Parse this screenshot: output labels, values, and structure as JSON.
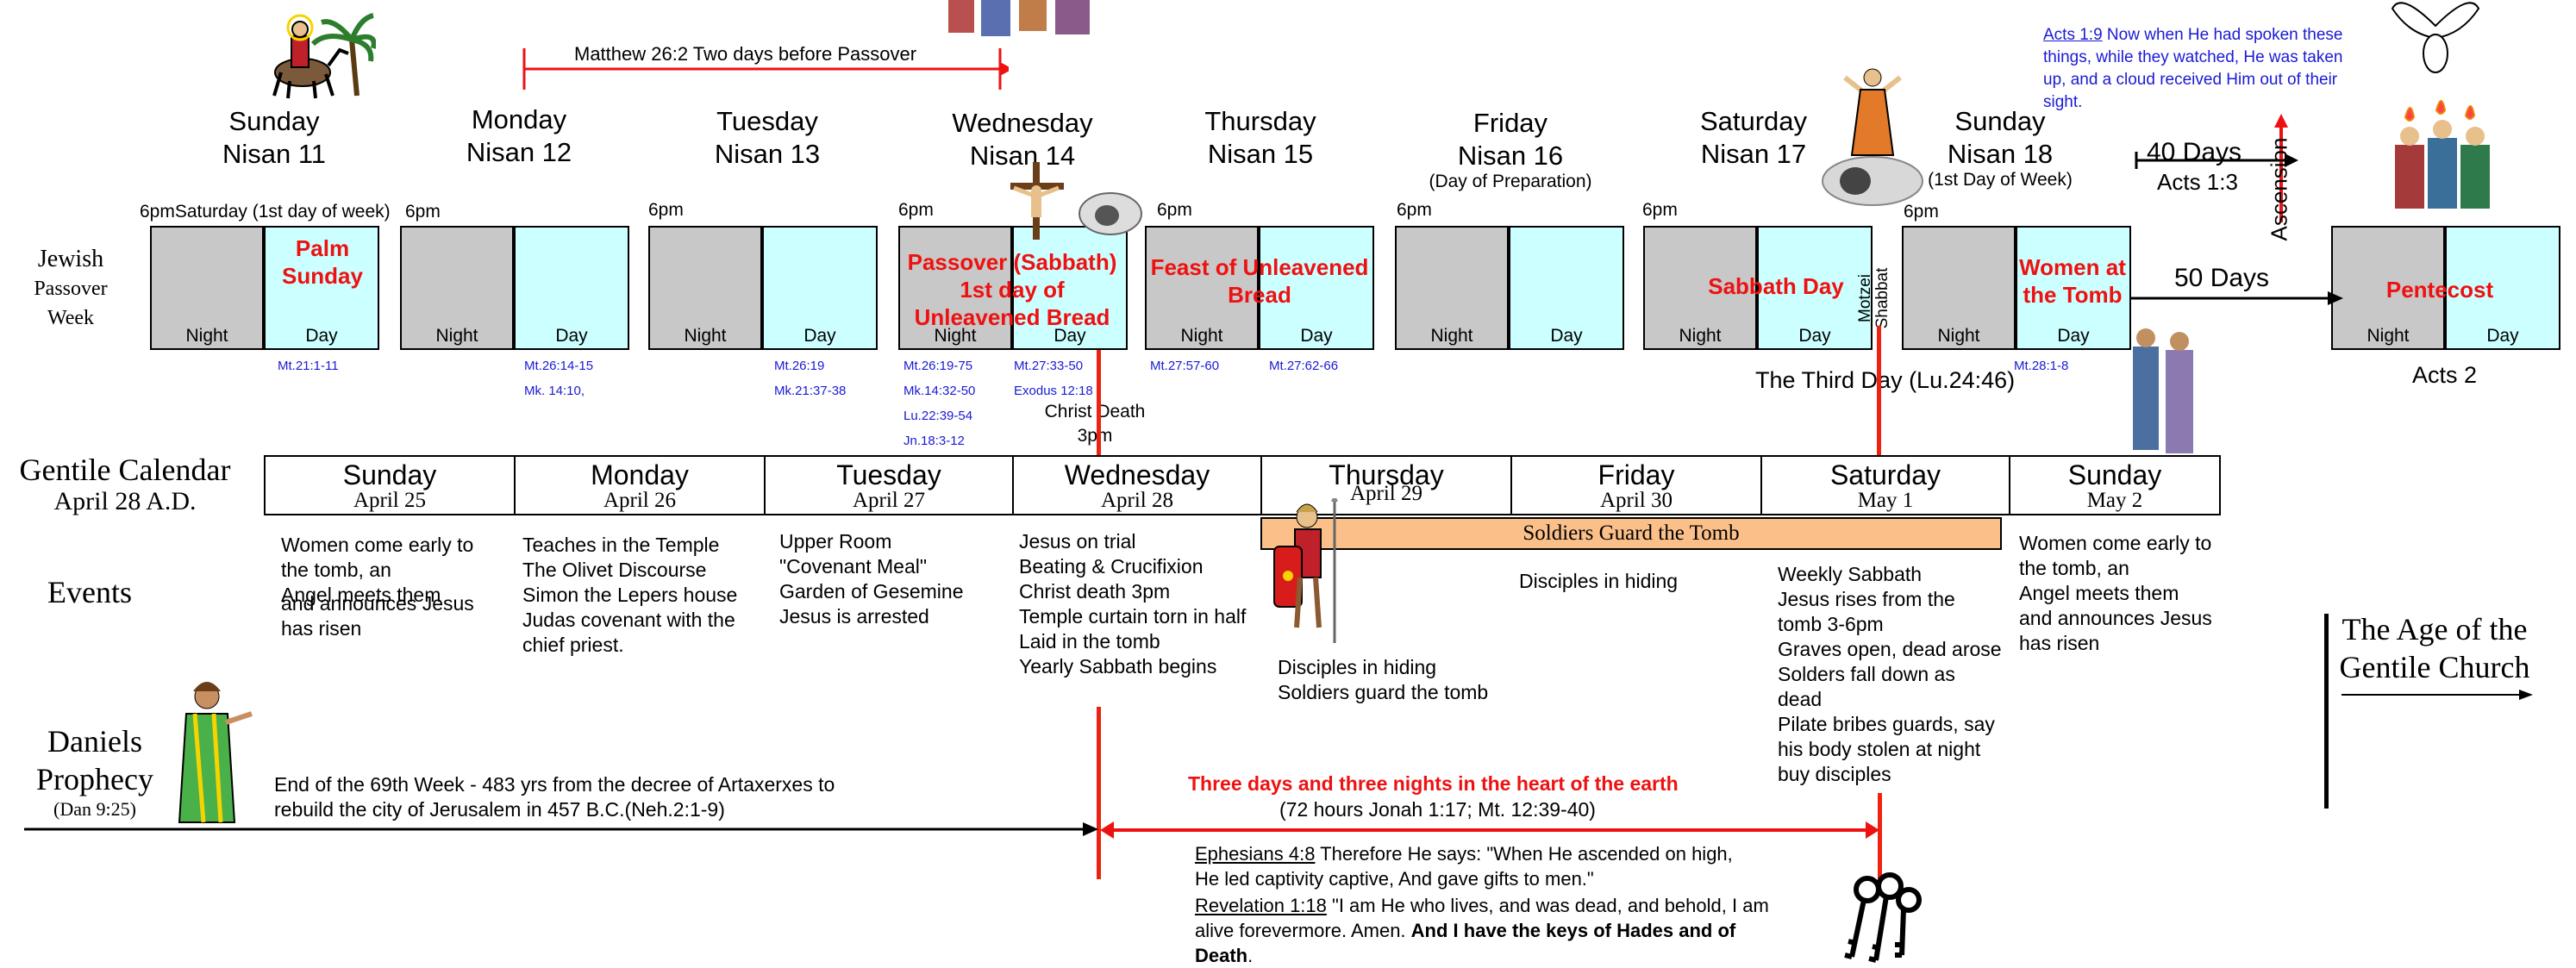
{
  "left_labels": {
    "jewish": [
      "Jewish",
      "Passover",
      "Week"
    ],
    "gentile": [
      "Gentile Calendar",
      "April 28 A.D."
    ],
    "events": "Events",
    "daniel": [
      "Daniels",
      "Prophecy",
      "(Dan 9:25)"
    ]
  },
  "matthew_note": "Matthew 26:2   Two days before Passover",
  "jewish_days": [
    {
      "day": "Sunday",
      "nisan": "Nisan 11"
    },
    {
      "day": "Monday",
      "nisan": "Nisan 12"
    },
    {
      "day": "Tuesday",
      "nisan": "Nisan 13"
    },
    {
      "day": "Wednesday",
      "nisan": "Nisan 14"
    },
    {
      "day": "Thursday",
      "nisan": "Nisan 15"
    },
    {
      "day": "Friday",
      "nisan": "Nisan 16",
      "sub": "(Day of Preparation)"
    },
    {
      "day": "Saturday",
      "nisan": "Nisan 17"
    },
    {
      "day": "Sunday",
      "nisan": "Nisan 18",
      "sub": "(1st Day of Week)"
    }
  ],
  "six_pm": [
    "6pmSaturday (1st day of week)",
    "6pm",
    "6pm",
    "6pm",
    "6pm",
    "6pm",
    "6pm",
    "6pm"
  ],
  "night_label": "Night",
  "day_label": "Day",
  "box_labels": {
    "palm": "Palm Sunday",
    "passover": "Passover (Sabbath) 1st day of Unleavened Bread",
    "feast": "Feast of Unleavened Bread",
    "sabbath": "Sabbath Day",
    "women": "Women at the Tomb",
    "pentecost": "Pentecost",
    "motzei": "Motzei Shabbat"
  },
  "refs": {
    "sun": [
      "Mt.21:1-11"
    ],
    "mon": [
      "Mt.26:14-15",
      "Mk. 14:10,"
    ],
    "tue": [
      "Mt.26:19",
      "Mk.21:37-38"
    ],
    "wed_night": [
      "Mt.26:19-75",
      "Mk.14:32-50",
      "Lu.22:39-54",
      "Jn.18:3-12"
    ],
    "wed_day": [
      "Mt.27:33-50",
      "Exodus 12:18"
    ],
    "thu_night": [
      "Mt.27:57-60"
    ],
    "thu_day": [
      "Mt.27:62-66"
    ],
    "sun18": [
      "Mt.28:1-8"
    ]
  },
  "christ_death": [
    "Christ Death",
    "3pm"
  ],
  "third_day": "The Third Day (Lu.24:46)",
  "forty_days": "40 Days",
  "acts13": "Acts 1:3",
  "ascension": "Ascension",
  "fifty_days": "50 Days",
  "acts2": "Acts 2",
  "acts19": {
    "ref": "Acts 1:9",
    "text": " Now when He had spoken these things, while they watched, He was taken up, and a cloud received Him out of their sight."
  },
  "gentile_days": [
    {
      "day": "Sunday",
      "date": "April 25"
    },
    {
      "day": "Monday",
      "date": "April 26"
    },
    {
      "day": "Tuesday",
      "date": "April 27"
    },
    {
      "day": "Wednesday",
      "date": "April 28"
    },
    {
      "day": "Thursday",
      "date": "April 29"
    },
    {
      "day": "Friday",
      "date": "April 30"
    },
    {
      "day": "Saturday",
      "date": "May 1"
    },
    {
      "day": "Sunday",
      "date": "May 2"
    }
  ],
  "guard_bar": "Soldiers Guard the Tomb",
  "events": {
    "sun": [
      "Women come early to",
      "the tomb, an",
      "Angel meets them",
      "and announces Jesus",
      "has risen"
    ],
    "mon": [
      "Teaches in the Temple",
      "The Olivet Discourse",
      "Simon the Lepers house",
      "Judas covenant with the",
      "chief priest."
    ],
    "tue": [
      "Upper Room",
      "\"Covenant Meal\"",
      "Garden of Gesemine",
      "Jesus is arrested"
    ],
    "wed": [
      "Jesus on trial",
      "Beating & Crucifixion",
      "Christ death 3pm",
      "Temple curtain torn in half",
      "Laid in the tomb",
      "Yearly Sabbath begins"
    ],
    "thu": [
      "Disciples in hiding",
      "Soldiers guard the tomb"
    ],
    "fri": [
      "Disciples in hiding"
    ],
    "sat": [
      "Weekly Sabbath",
      "Jesus rises from the",
      "tomb 3-6pm",
      "Graves open, dead arose",
      "Solders fall down as",
      "dead",
      "Pilate bribes guards, say",
      "his body stolen at night",
      "buy disciples"
    ]
  },
  "gentile_church": [
    "The Age of the",
    "Gentile Church"
  ],
  "daniel_text": [
    "End of the 69th Week - 483 yrs from the decree of Artaxerxes to",
    "rebuild the city of Jerusalem in 457 B.C.(Neh.2:1-9)"
  ],
  "three_days": "Three days and three nights in the heart of the earth",
  "three_days_sub": "(72 hours Jonah 1:17; Mt. 12:39-40)",
  "ephesians": {
    "ref": "Ephesians 4:8",
    "line1": " Therefore He says: \"When He ascended on high,",
    "line2": "He led captivity captive, And gave gifts to men.\""
  },
  "revelation": {
    "ref": "Revelation 1:18",
    "line1": " \"I am He who lives, and was dead, and behold, I am",
    "line2a": "alive forevermore. Amen. ",
    "line2b": "And I have the keys of Hades and of",
    "line3": "Death",
    "line3end": "."
  },
  "colors": {
    "day_box": "#ccffff",
    "night_box": "#c8c8c8",
    "red": "#e11111",
    "link_blue": "#1a1ad6",
    "guard_bar": "#fbc08a"
  }
}
